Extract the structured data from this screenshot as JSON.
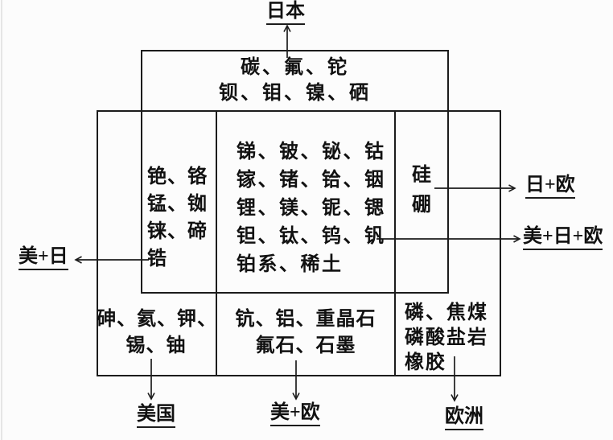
{
  "title": "critical-minerals-by-country-venn-diagram",
  "colors": {
    "line": "#1c1c1c",
    "background": "#fcfcfc",
    "text": "#111111"
  },
  "labels": {
    "japan": "日本",
    "us_japan": "美+日",
    "japan_eu": "日+欧",
    "us_japan_eu": "美+日+欧",
    "us": "美国",
    "us_eu": "美+欧",
    "eu": "欧洲"
  },
  "regions": {
    "japan_only": {
      "lines": [
        "碳、氟、铊",
        "钡、钼、镍、硒"
      ]
    },
    "us_japan": {
      "lines": [
        "铯、铬",
        "锰、铷",
        "铼、碲",
        "锆"
      ]
    },
    "us_japan_eu": {
      "lines": [
        "锑、铍、铋、钴",
        "镓、锗、铪、铟",
        "锂、镁、铌、锶",
        "钽、钛、钨、钒",
        "铂系、稀土"
      ]
    },
    "japan_eu": {
      "lines": [
        "硅",
        "硼"
      ]
    },
    "us_only": {
      "lines": [
        "砷、氦、钾、",
        "锡、铀"
      ]
    },
    "us_eu": {
      "lines": [
        "钪、铝、重晶石",
        "氟石、石墨"
      ]
    },
    "eu_only": {
      "lines": [
        "磷、焦煤",
        "磷酸盐岩",
        "橡胶"
      ]
    }
  }
}
